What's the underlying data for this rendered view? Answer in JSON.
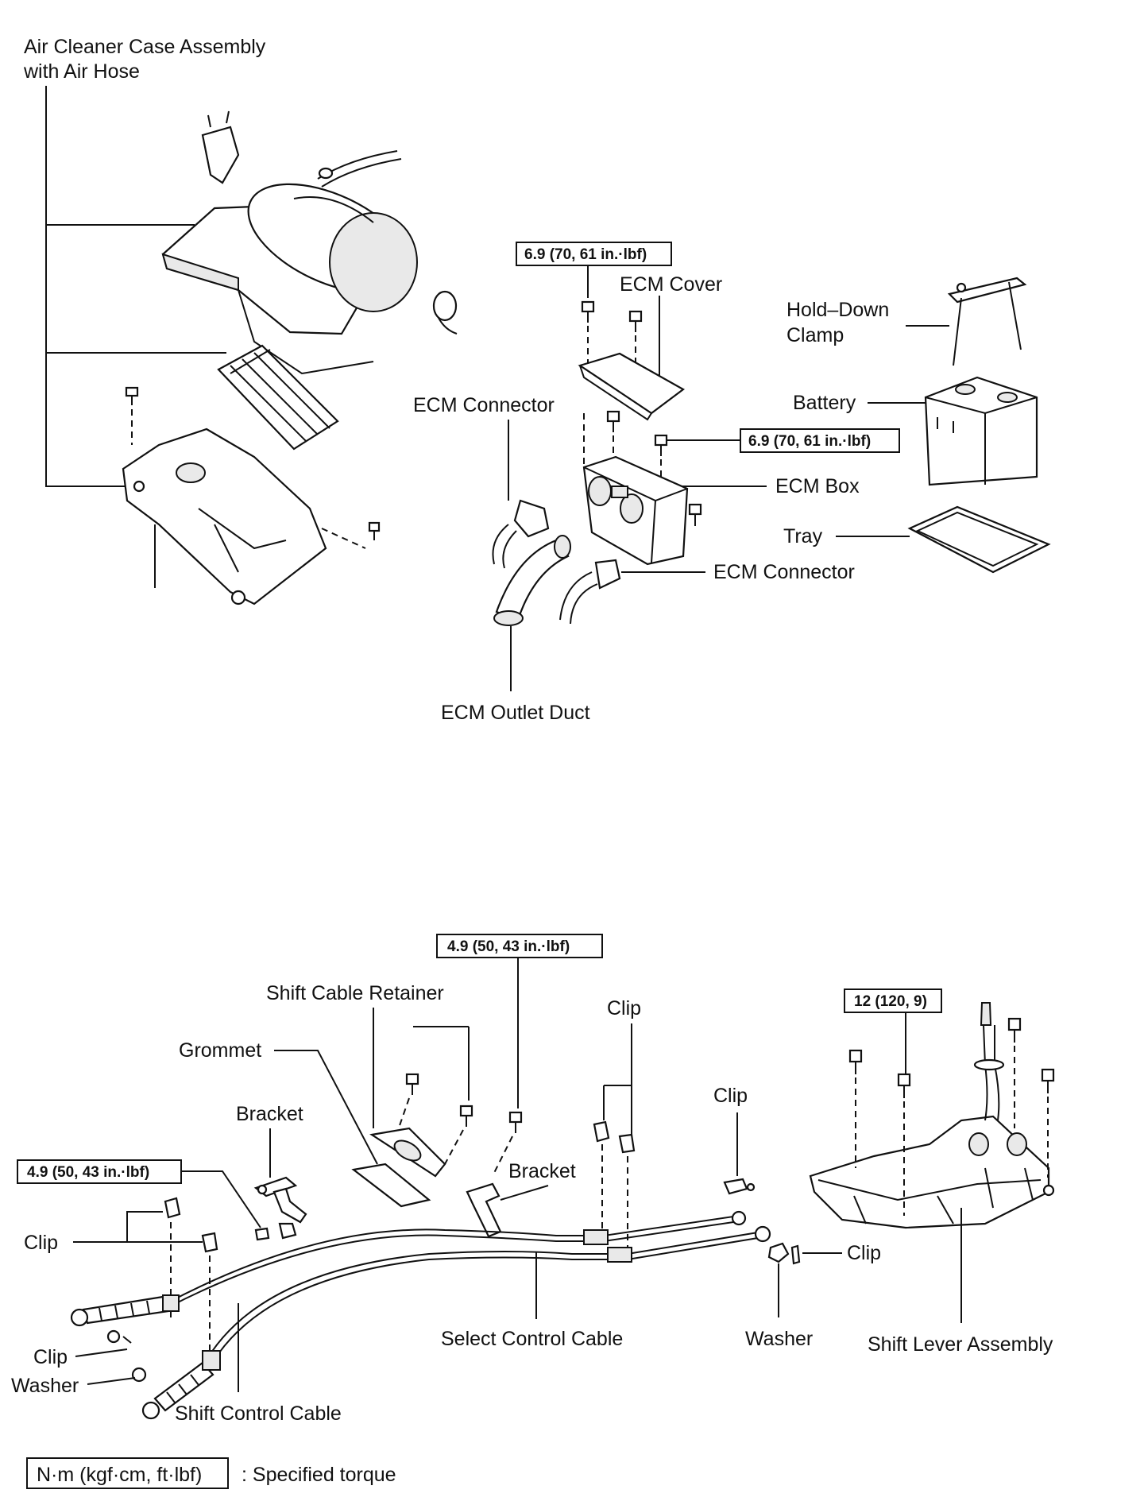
{
  "upper": {
    "air_cleaner": "Air Cleaner Case Assembly",
    "air_cleaner_2": "with Air Hose",
    "torque_top": "6.9 (70, 61 in.·lbf)",
    "ecm_cover": "ECM Cover",
    "hold_down": "Hold–Down",
    "hold_down_2": "Clamp",
    "battery": "Battery",
    "ecm_connector_left": "ECM Connector",
    "torque_mid": "6.9 (70, 61 in.·lbf)",
    "ecm_box": "ECM Box",
    "tray": "Tray",
    "ecm_connector_right": "ECM Connector",
    "ecm_outlet_duct": "ECM Outlet Duct"
  },
  "lower": {
    "torque_retainer": "4.9 (50, 43 in.·lbf)",
    "shift_cable_retainer": "Shift Cable Retainer",
    "clip_top": "Clip",
    "torque_lever": "12 (120, 9)",
    "grommet": "Grommet",
    "bracket_left": "Bracket",
    "clip_right": "Clip",
    "bracket_mid": "Bracket",
    "torque_bracket": "4.9 (50, 43 in.·lbf)",
    "clip_left": "Clip",
    "clip_far_right": "Clip",
    "select_control_cable": "Select Control Cable",
    "washer_right": "Washer",
    "shift_lever_assembly": "Shift Lever Assembly",
    "clip_bottom": "Clip",
    "washer_left": "Washer",
    "shift_control_cable": "Shift Control Cable"
  },
  "legend": {
    "unit": "N·m (kgf·cm, ft·lbf)",
    "text": ": Specified torque"
  }
}
